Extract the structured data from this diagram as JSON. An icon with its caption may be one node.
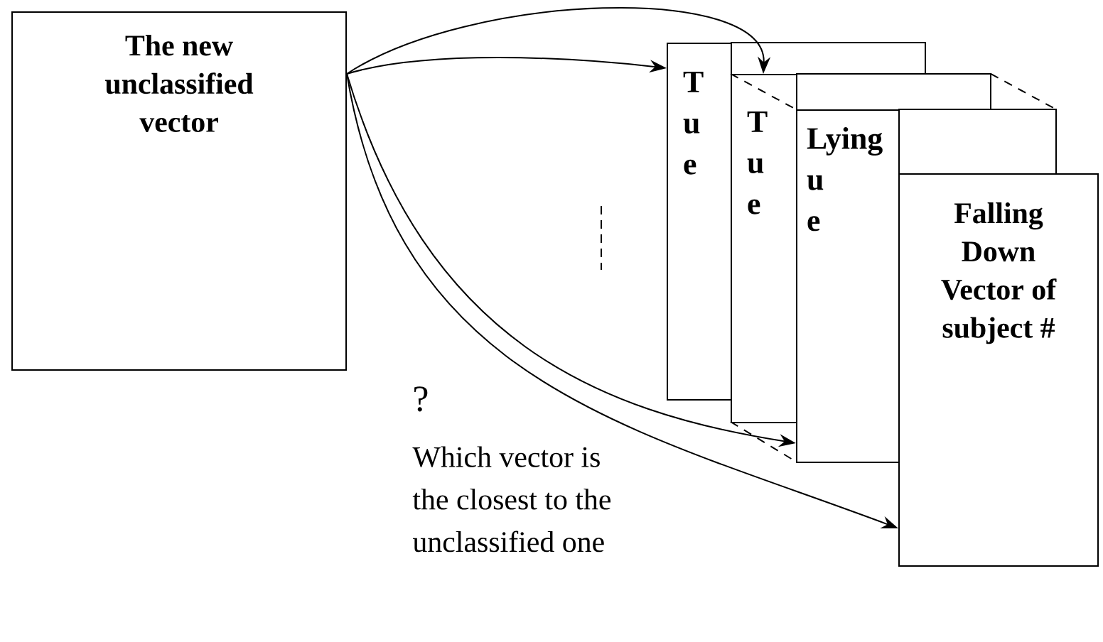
{
  "diagram": {
    "nodes": [
      {
        "text": [
          "The new unclassified vector"
        ]
      },
      {
        "text": [
          "T u e"
        ]
      },
      {
        "text": [
          "T u e"
        ]
      },
      {
        "text": [
          "Lying u e"
        ]
      },
      {
        "text": [
          "Falling Down Vector of subject #"
        ]
      }
    ],
    "edges": [
      {
        "from": 0,
        "to": 1,
        "arrow": "to"
      },
      {
        "from": 0,
        "to": 2,
        "arrow": "to"
      },
      {
        "from": 0,
        "to": 3,
        "arrow": "to"
      },
      {
        "from": 0,
        "to": 4,
        "arrow": "to"
      }
    ],
    "labels": [
      "?",
      "Which vector is the closest to the unclassified one"
    ]
  }
}
